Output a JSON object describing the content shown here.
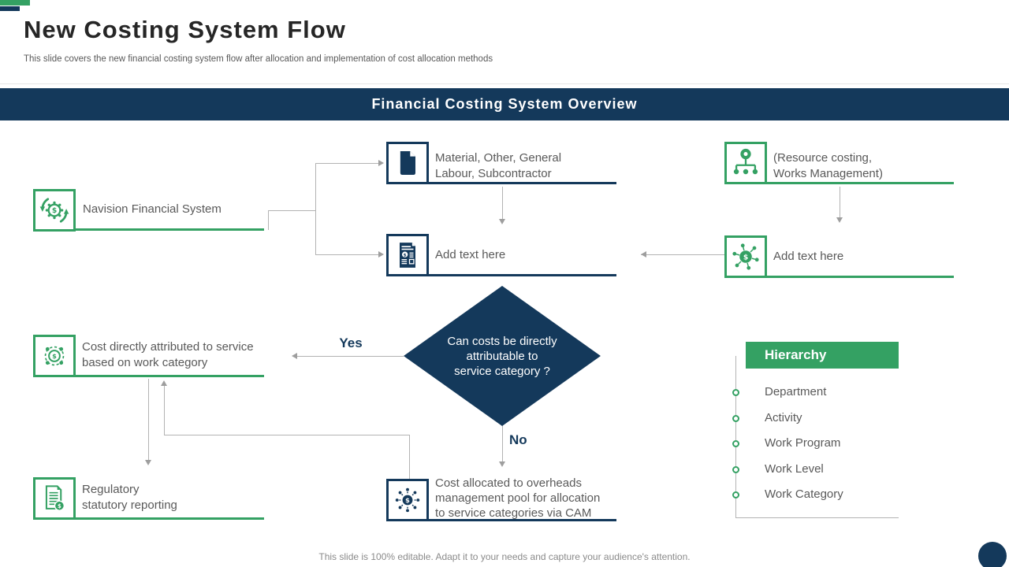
{
  "header": {
    "title": "New Costing System Flow",
    "subtitle": "This slide covers the new financial costing system flow after allocation and implementation of cost allocation methods"
  },
  "banner": {
    "title": "Financial Costing System Overview"
  },
  "colors": {
    "navy": "#14395B",
    "green": "#34A163",
    "connector_gray": "#b3b3b3",
    "body_text": "#595959"
  },
  "flow": {
    "navision": {
      "label": "Navision Financial System",
      "icon": "gear-dollar-cycle-icon",
      "accent": "green"
    },
    "material": {
      "lines": [
        "Material, Other,  General",
        "Labour, Subcontractor"
      ],
      "icon": "document-icon",
      "accent": "navy"
    },
    "resource": {
      "lines": [
        "(Resource costing,",
        "Works Management)"
      ],
      "icon": "org-chart-icon",
      "accent": "green"
    },
    "add_text_center": {
      "label": "Add text here",
      "icon": "invoice-icon",
      "accent": "navy"
    },
    "add_text_right": {
      "label": "Add text here",
      "icon": "money-network-icon",
      "accent": "green"
    },
    "decision": {
      "lines": [
        "Can costs be directly",
        "attributable to",
        "service category ?"
      ]
    },
    "yes_label": "Yes",
    "no_label": "No",
    "cost_directly": {
      "lines": [
        "Cost directly attributed to service",
        "based on work category"
      ],
      "icon": "target-money-icon",
      "accent": "green"
    },
    "regulatory": {
      "lines": [
        "Regulatory",
        "statutory  reporting"
      ],
      "icon": "report-money-icon",
      "accent": "green"
    },
    "allocated": {
      "lines": [
        "Cost allocated to overheads",
        "management pool for allocation",
        "to service categories via CAM"
      ],
      "icon": "allocation-dollar-icon",
      "accent": "navy"
    }
  },
  "hierarchy": {
    "title": "Hierarchy",
    "items": [
      "Department",
      "Activity",
      "Work Program",
      "Work Level",
      "Work Category"
    ]
  },
  "footer": {
    "note": "This slide is 100% editable. Adapt it to your needs and capture your audience's attention."
  }
}
